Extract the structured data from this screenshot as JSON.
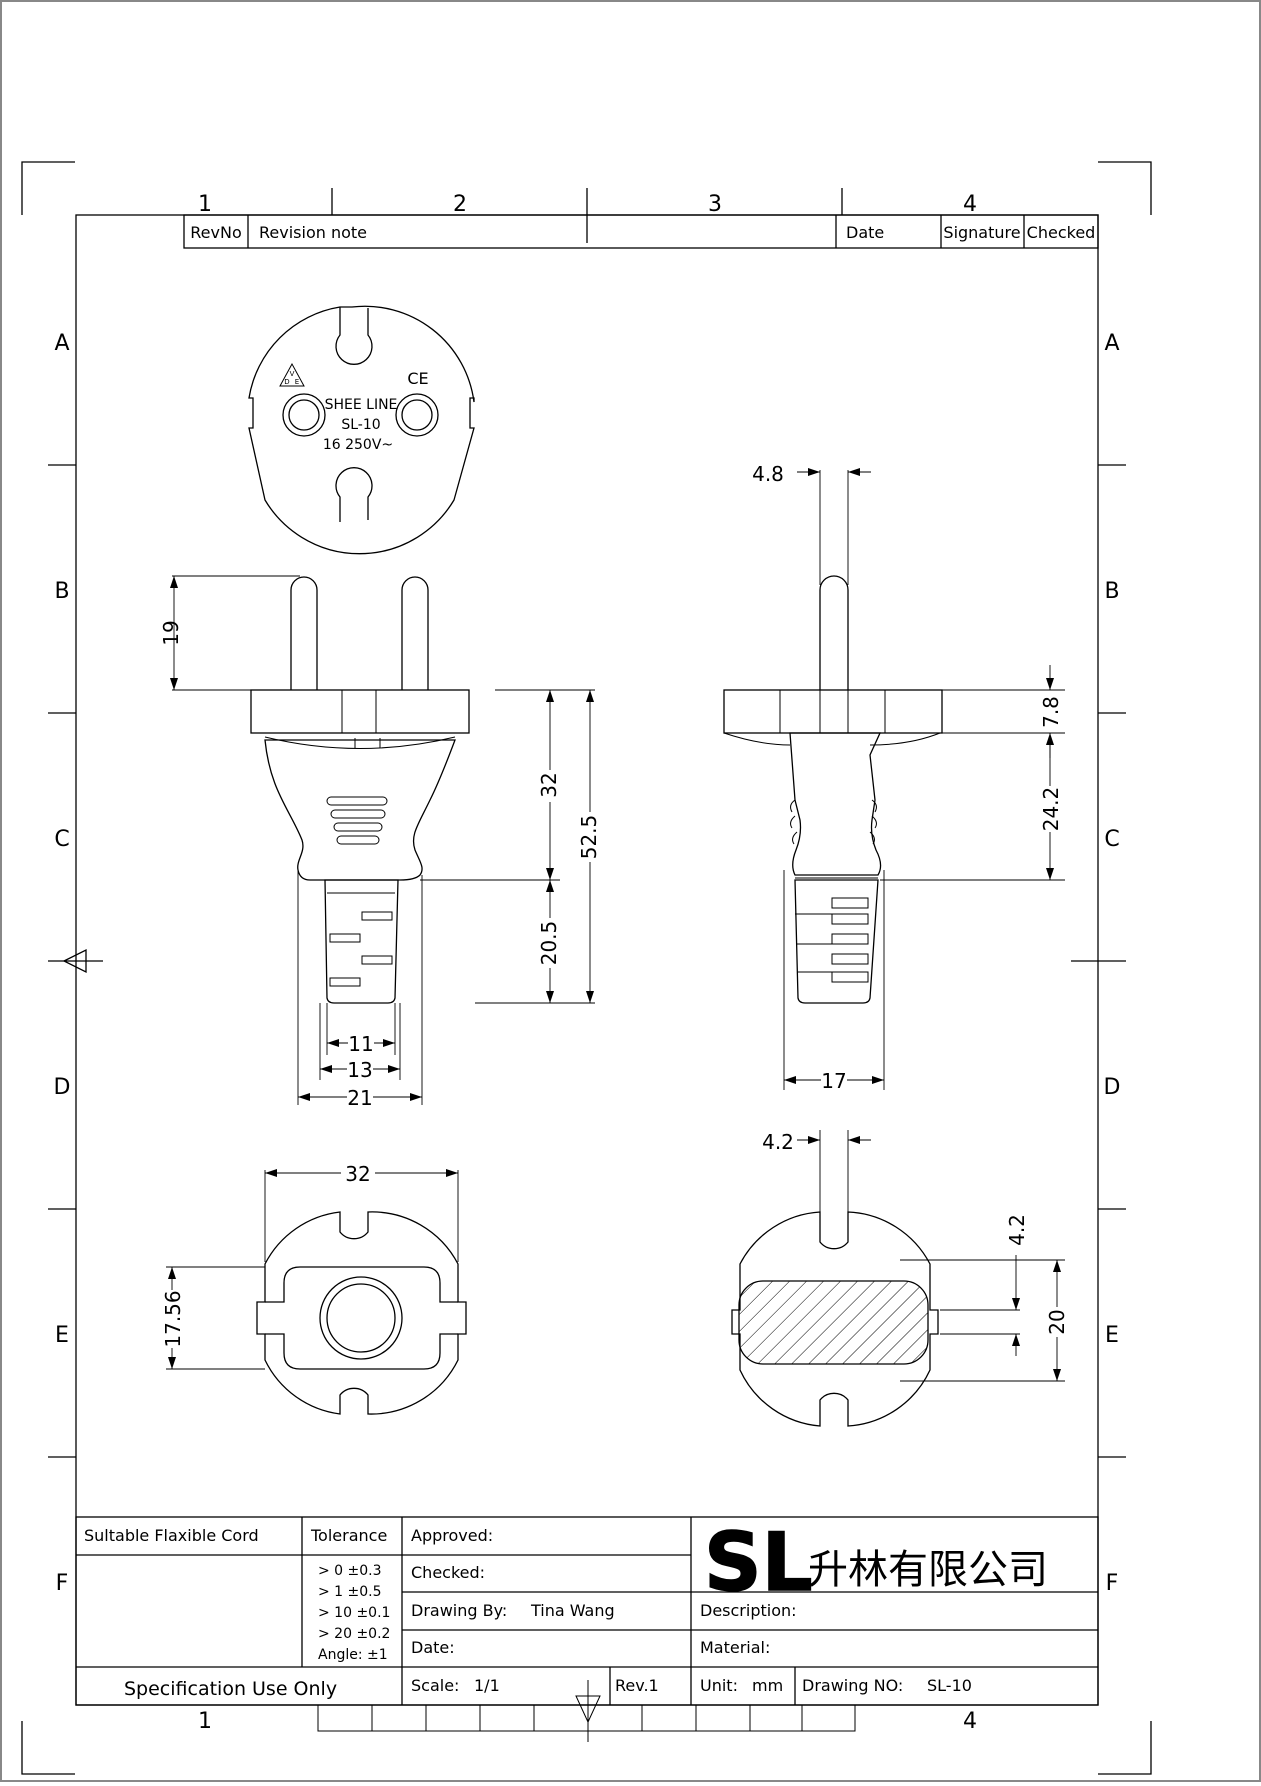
{
  "frame": {
    "columns": [
      "1",
      "2",
      "3",
      "4"
    ],
    "rows": [
      "A",
      "B",
      "C",
      "D",
      "E",
      "F"
    ]
  },
  "revision_table": {
    "rev_no": "RevNo",
    "revision_note": "Revision note",
    "date": "Date",
    "signature": "Signature",
    "checked": "Checked"
  },
  "plug_face": {
    "brand": "SHEE LINE",
    "model": "SL-10",
    "rating": "16  250V~",
    "ce_mark": "CE",
    "vde_mark": [
      "V",
      "D",
      "E"
    ]
  },
  "dimensions": {
    "pin_length": "19",
    "head_height": "32",
    "total_length": "52.5",
    "sleeve_length": "20.5",
    "sleeve_tip_width": "11",
    "sleeve_mid_width": "13",
    "sleeve_base_width": "21",
    "pin_diameter_side": "4.8",
    "collar_thickness": "7.8",
    "body_length_side": "24.2",
    "sleeve_width_side": "17",
    "face_diameter": "32",
    "rear_hub_height": "17.56",
    "pin_diameter_bottom": "4.2",
    "cord_offset": "4.2",
    "cord_width": "20"
  },
  "title_block": {
    "suitable_cord_label": "Sultable Flaxible Cord",
    "tolerance_label": "Tolerance",
    "tolerances": [
      ">  0   ±0.3",
      ">  1   ±0.5",
      ">  10   ±0.1",
      ">  20   ±0.2",
      "Angle:  ±1"
    ],
    "approved_label": "Approved:",
    "checked_label": "Checked:",
    "drawing_by_label": "Drawing By:",
    "drawing_by_value": "Tina Wang",
    "date_label": "Date:",
    "description_label": "Description:",
    "material_label": "Material:",
    "spec_note": "Specification Use Only",
    "scale_label": "Scale:",
    "scale_value": "1/1",
    "revision": "Rev.1",
    "unit_label": "Unit:",
    "unit_value": "mm",
    "drawing_no_label": "Drawing NO:",
    "drawing_no_value": "SL-10",
    "logo_letters": "SL",
    "company_name": "升林有限公司"
  }
}
